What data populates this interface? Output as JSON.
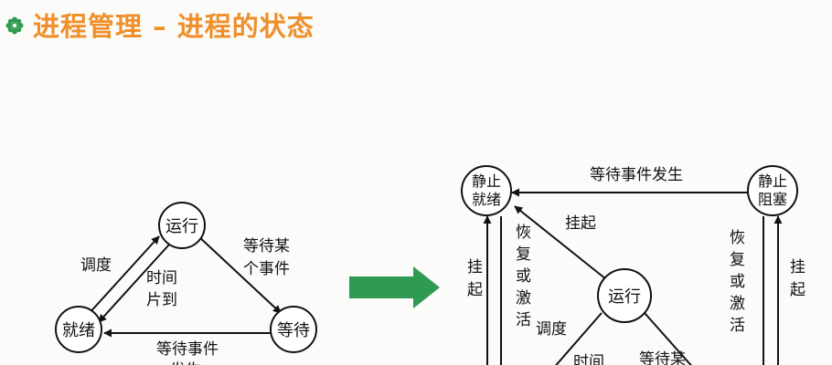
{
  "header": {
    "title": "进程管理 – 进程的状态",
    "bullet_icon": "gear-flower-icon",
    "title_color": "#ef8f2a",
    "bullet_color": "#2e9a4f"
  },
  "left_diagram": {
    "nodes": {
      "running": "运行",
      "ready": "就绪",
      "waiting": "等待"
    },
    "edges": {
      "schedule": "调度",
      "timeslice_1": "时间",
      "timeslice_2": "片到",
      "wait_event_1": "等待某",
      "wait_event_2": "个事件",
      "event_occurs_1": "等待事件",
      "event_occurs_2": "发生"
    }
  },
  "transition_arrow": {
    "color": "#2f9a52"
  },
  "right_diagram": {
    "nodes": {
      "suspended_ready_1": "静止",
      "suspended_ready_2": "就绪",
      "suspended_blocked_1": "静止",
      "suspended_blocked_2": "阻塞",
      "running": "运行"
    },
    "edges": {
      "event_occurs": "等待事件发生",
      "suspend_top": "挂起",
      "suspend_left_1": "挂",
      "suspend_left_2": "起",
      "resume_left": [
        "恢",
        "复",
        "或",
        "激",
        "活"
      ],
      "resume_right": [
        "恢",
        "复",
        "或",
        "激",
        "活"
      ],
      "suspend_right_1": "挂",
      "suspend_right_2": "起",
      "schedule": "调度",
      "time_partial": "时间",
      "wait_partial": "等待某"
    }
  }
}
